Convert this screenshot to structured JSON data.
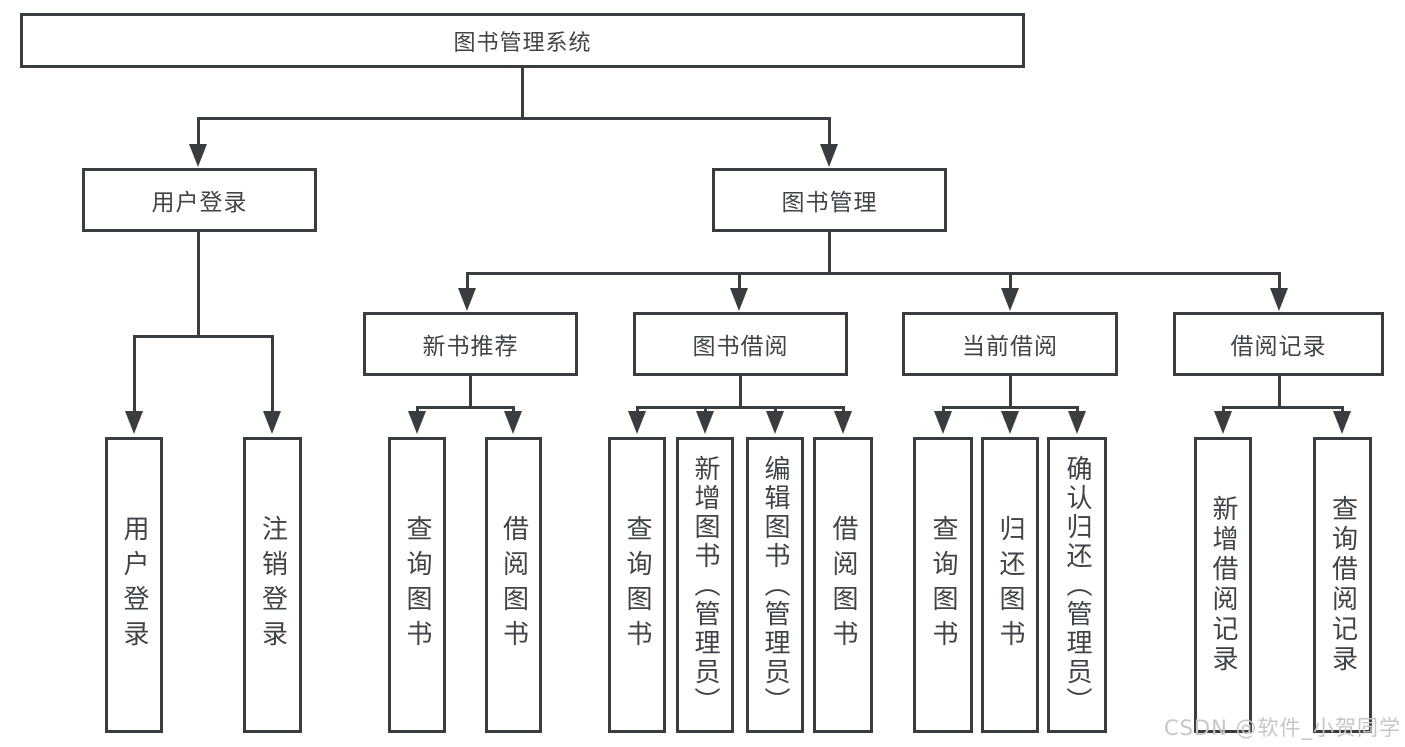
{
  "nodes": {
    "root": "图书管理系统",
    "branches": [
      {
        "label": "用户登录",
        "leaves": [
          "用户登录",
          "注销登录"
        ]
      },
      {
        "label": "图书管理",
        "groups": [
          {
            "label": "新书推荐",
            "leaves": [
              "查询图书",
              "借阅图书"
            ]
          },
          {
            "label": "图书借阅",
            "leaves": [
              "查询图书",
              "新增图书（管理员）",
              "编辑图书（管理员）",
              "借阅图书"
            ]
          },
          {
            "label": "当前借阅",
            "leaves": [
              "查询图书",
              "归还图书",
              "确认归还（管理员）"
            ]
          },
          {
            "label": "借阅记录",
            "leaves": [
              "新增借阅记录",
              "查询借阅记录"
            ]
          }
        ]
      }
    ]
  },
  "watermark": "CSDN @软件_小贺同学",
  "colors": {
    "line": "#3a3d40",
    "text": "#3f4448",
    "watermark": "#c6c6c6",
    "background": "#ffffff"
  }
}
